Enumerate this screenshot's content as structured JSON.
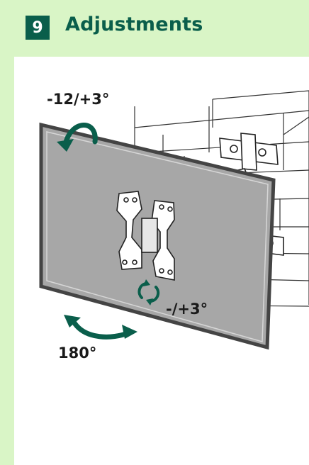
{
  "step": {
    "number": "9",
    "title": "Adjustments"
  },
  "labels": {
    "tilt": "-12/+3°",
    "rotation": "-/+3°",
    "swivel": "180°"
  },
  "colors": {
    "accent": "#0a5e4b",
    "background_tint": "#d9f5c6",
    "tv_screen": "#a7a7a7",
    "tv_frame": "#555555",
    "arrow": "#0a5e4b"
  }
}
